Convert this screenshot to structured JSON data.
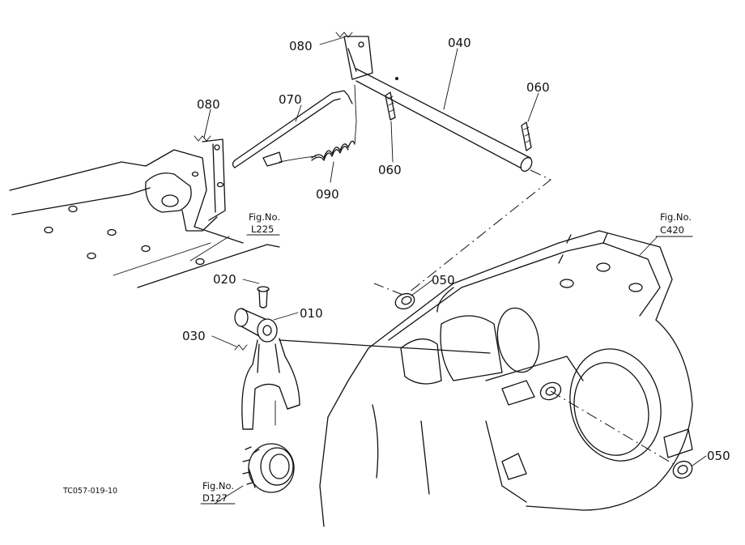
{
  "diagram": {
    "part_labels": {
      "p040": "040",
      "p060_right": "060",
      "p060_mid": "060",
      "p080_top": "080",
      "p080_left": "080",
      "p070": "070",
      "p090": "090",
      "p050_top": "050",
      "p050_right": "050",
      "p020": "020",
      "p010": "010",
      "p030": "030"
    },
    "figure_refs": {
      "l225": {
        "prefix": "Fig.No.",
        "code": "L225"
      },
      "c420": {
        "prefix": "Fig.No.",
        "code": "C420"
      },
      "d127": {
        "prefix": "Fig.No.",
        "code": "D127"
      }
    },
    "drawing_code": "TC057-019-10"
  }
}
